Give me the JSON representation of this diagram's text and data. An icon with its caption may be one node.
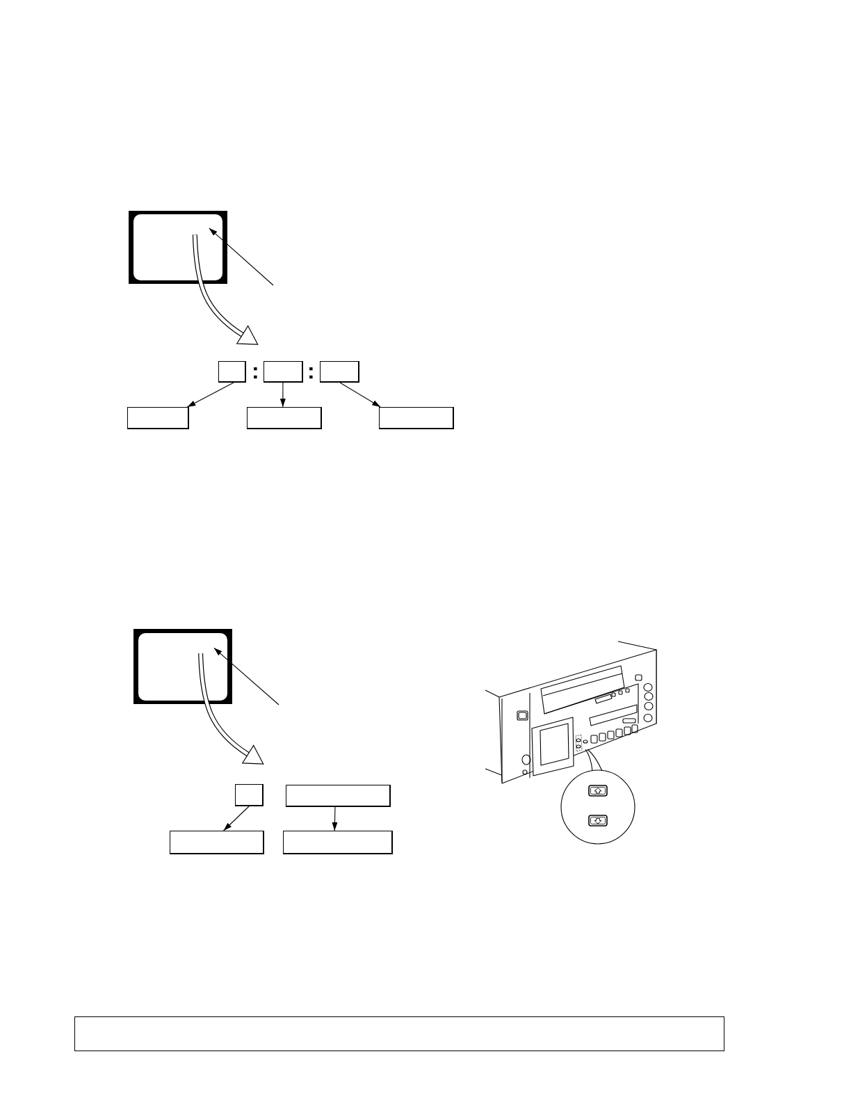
{
  "diagram": {
    "nodes": [
      {
        "text": [],
        "shape": "monitor"
      },
      {
        "text": [],
        "shape": "screen",
        "in": 0
      },
      {
        "text": [],
        "shape": "box"
      },
      {
        "text": [],
        "shape": "box"
      },
      {
        "text": [],
        "shape": "box"
      },
      {
        "text": [],
        "shape": "box"
      },
      {
        "text": [],
        "shape": "box"
      },
      {
        "text": [],
        "shape": "box"
      },
      {
        "text": [],
        "shape": "monitor"
      },
      {
        "text": [],
        "shape": "screen",
        "in": 8
      },
      {
        "text": [],
        "shape": "box"
      },
      {
        "text": [],
        "shape": "box"
      },
      {
        "text": [],
        "shape": "box"
      },
      {
        "text": [],
        "shape": "box"
      },
      {
        "text": [],
        "shape": "box"
      }
    ],
    "edges": [
      {
        "from": null,
        "to": 1,
        "arrow": "to"
      },
      {
        "from": 1,
        "to": 2,
        "arrow": "to",
        "style": "thick"
      },
      {
        "from": 2,
        "to": 5,
        "arrow": "to"
      },
      {
        "from": 3,
        "to": 6,
        "arrow": "to"
      },
      {
        "from": 4,
        "to": 7,
        "arrow": "to"
      },
      {
        "from": null,
        "to": 9,
        "arrow": "to"
      },
      {
        "from": 9,
        "to": 10,
        "arrow": "to",
        "style": "thick"
      },
      {
        "from": 10,
        "to": 12,
        "arrow": "to"
      },
      {
        "from": 11,
        "to": 13,
        "arrow": "to"
      }
    ],
    "labels": [
      ":",
      ":"
    ]
  }
}
